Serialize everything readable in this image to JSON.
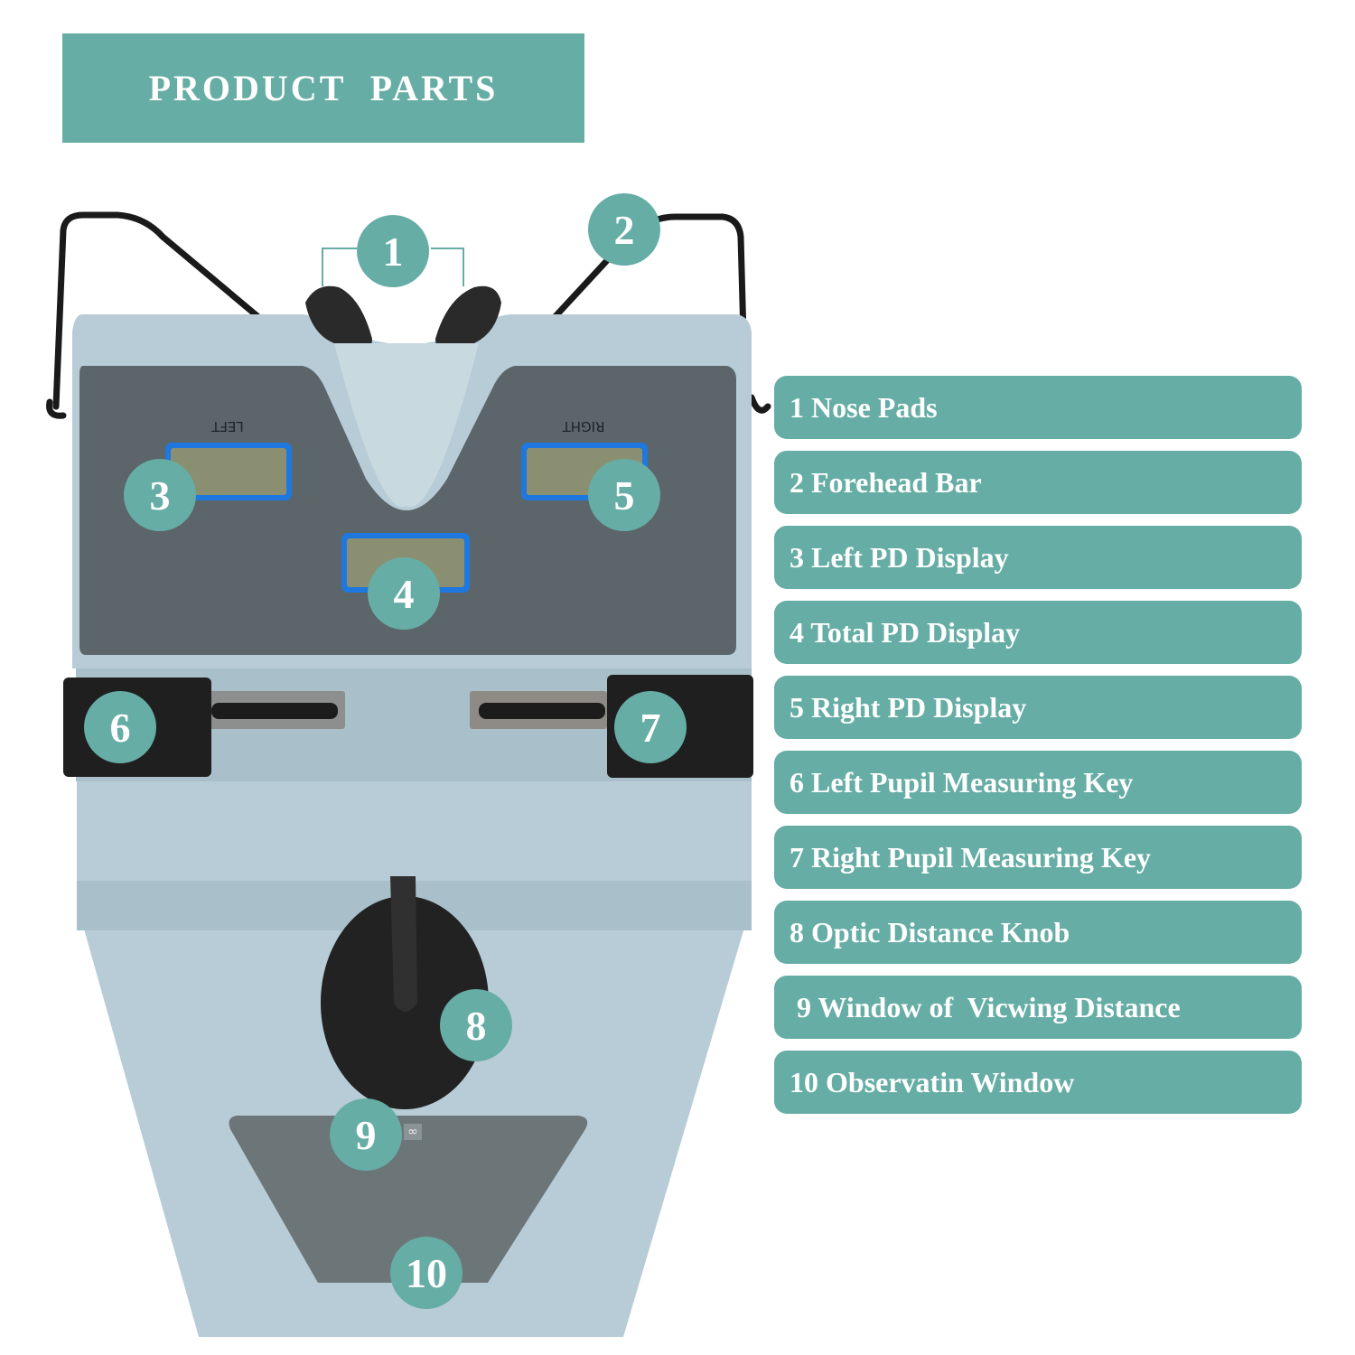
{
  "header": {
    "title": "PRODUCT  PARTS"
  },
  "colors": {
    "accent_teal": "#66ada5",
    "device_body": "#b7ccd6",
    "panel_gray": "#5c6569",
    "lcd_frame": "#1e78e0",
    "lcd_screen": "#8b8f72",
    "black_parts": "#1f1f1f"
  },
  "device": {
    "panel_labels": {
      "left": "LEFT",
      "right": "RIGHT"
    },
    "infinity_symbol": "∞",
    "badges": [
      {
        "number": "1"
      },
      {
        "number": "2"
      },
      {
        "number": "3"
      },
      {
        "number": "4"
      },
      {
        "number": "5"
      },
      {
        "number": "6"
      },
      {
        "number": "7"
      },
      {
        "number": "8"
      },
      {
        "number": "9"
      },
      {
        "number": "10"
      }
    ]
  },
  "legend": {
    "items": [
      {
        "label": "1 Nose Pads"
      },
      {
        "label": "2 Forehead Bar"
      },
      {
        "label": "3 Left PD Display"
      },
      {
        "label": "4 Total PD Display"
      },
      {
        "label": "5 Right PD Display"
      },
      {
        "label": "6 Left Pupil Measuring Key"
      },
      {
        "label": "7 Right Pupil Measuring Key"
      },
      {
        "label": "8 Optic Distance Knob"
      },
      {
        "label": " 9 Window of  Vicwing Distance"
      },
      {
        "label": "10 Observatin Window"
      }
    ]
  }
}
